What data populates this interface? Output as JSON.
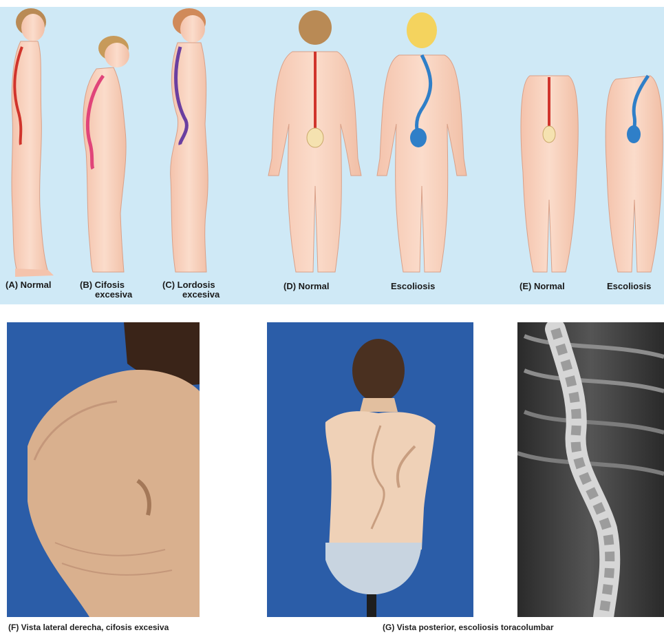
{
  "panel_labels": {
    "a": "(A) Normal",
    "b_line1": "(B) Cifosis",
    "b_line2": "excesiva",
    "c_line1": "(C) Lordosis",
    "c_line2": "excesiva",
    "d": "(D) Normal",
    "d_right": "Escoliosis",
    "e": "(E) Normal",
    "e_right": "Escoliosis"
  },
  "captions": {
    "f": "(F) Vista lateral derecha, cifosis excesiva",
    "g": "(G) Vista posterior, escoliosis toracolumbar"
  },
  "colors": {
    "background": "#cfe9f6",
    "skin": "#f9d4c0",
    "normal_spine": "#d0342c",
    "kyphosis_spine": "#e0447a",
    "lordosis_spine": "#6a3fa0",
    "scoliosis_spine": "#2f7fc8",
    "photo_background": "#2b5da8"
  }
}
